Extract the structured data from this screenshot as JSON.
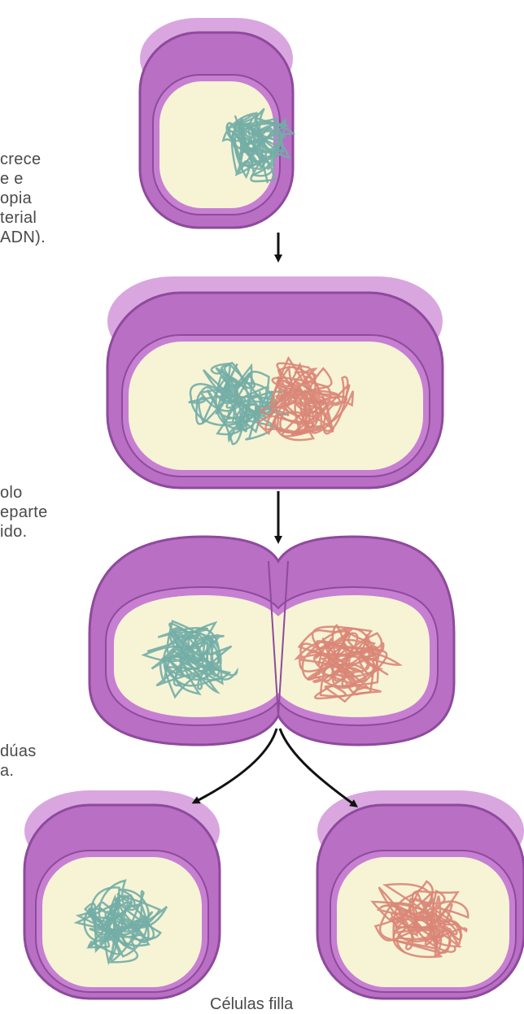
{
  "captions": [
    {
      "lines": [
        "crece",
        "e e",
        "opia",
        "terial",
        "ADN)."
      ]
    },
    {
      "lines": [
        "olo",
        "eparte",
        "ido."
      ]
    },
    {
      "lines": [
        "dúas",
        "a."
      ]
    }
  ],
  "footer_label": "Células filla",
  "colors": {
    "membrane": "#b86fc4",
    "membrane_dark": "#8e4a9c",
    "membrane_light": "#d9a6e0",
    "cytoplasm": "#f7f4d6",
    "dna_original": "#72ada6",
    "dna_copy": "#d98677",
    "arrow": "#111111"
  },
  "icons": [
    "arrow-down-icon",
    "arrow-curved-left-icon",
    "arrow-curved-right-icon"
  ]
}
